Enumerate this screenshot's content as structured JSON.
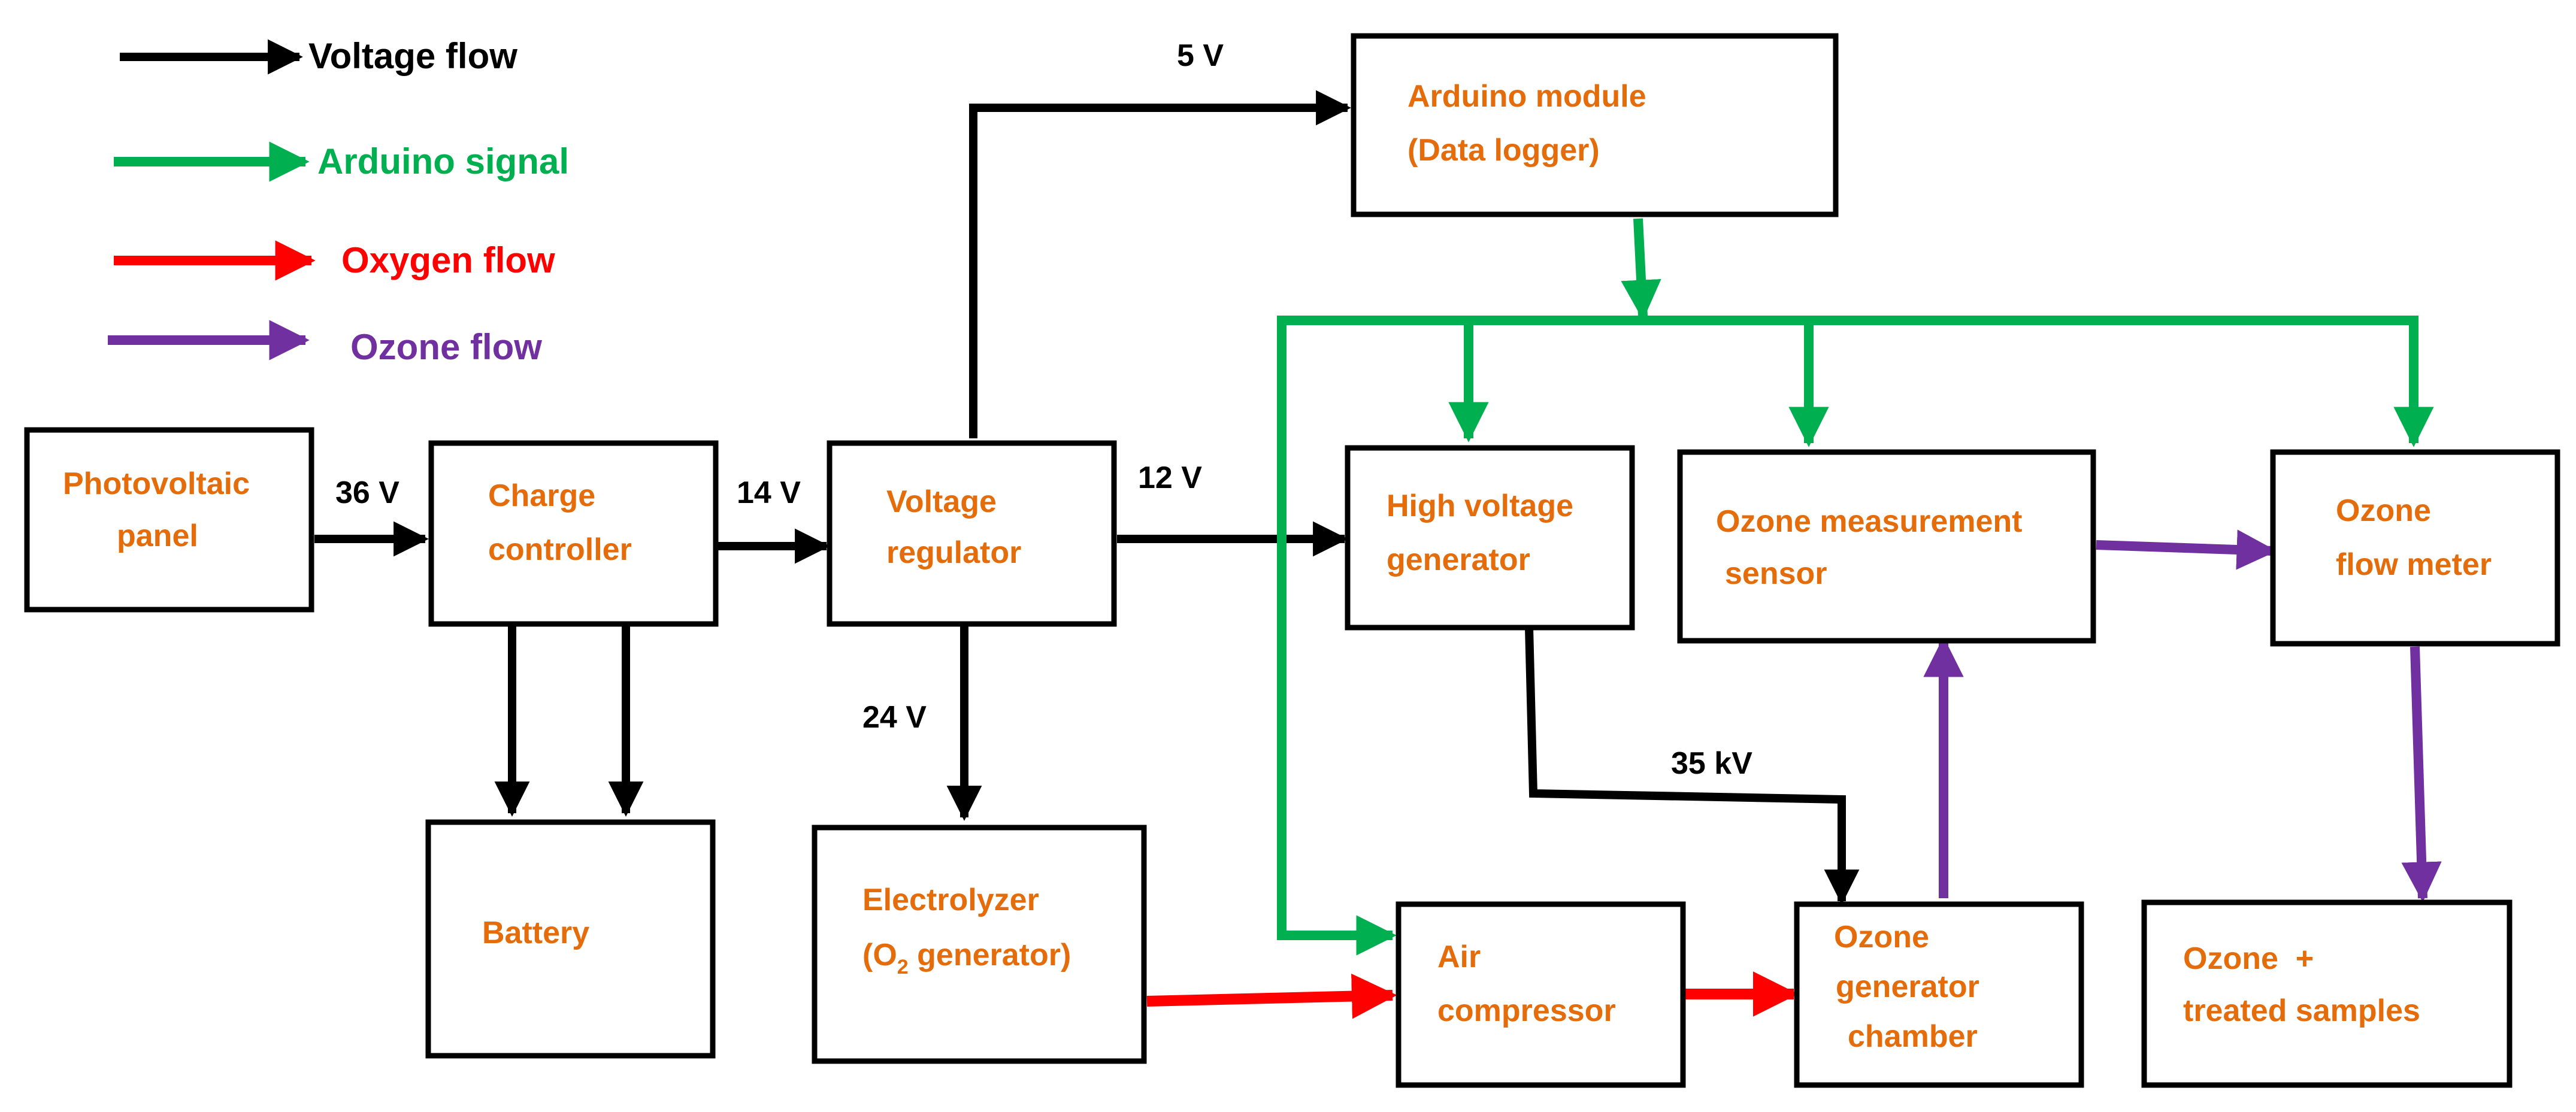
{
  "colors": {
    "voltage": "#000000",
    "arduino": "#00B050",
    "oxygen": "#FF0000",
    "ozone": "#7030A0",
    "block_text": "#E46C0A"
  },
  "legend": {
    "voltage_flow": "Voltage flow",
    "arduino_signal": "Arduino signal",
    "oxygen_flow": "Oxygen flow",
    "ozone_flow": "Ozone flow"
  },
  "blocks": {
    "photovoltaic": [
      "Photovoltaic",
      "panel"
    ],
    "charge_controller": [
      "Charge",
      "controller"
    ],
    "battery": [
      "Battery"
    ],
    "voltage_regulator": [
      "Voltage",
      "regulator"
    ],
    "electrolyzer_line1": "Electrolyzer",
    "electrolyzer_line2_pre": "(O",
    "electrolyzer_line2_sub": "2",
    "electrolyzer_line2_post": " generator)",
    "arduino": [
      "Arduino module",
      "(Data logger)"
    ],
    "high_voltage": [
      "High voltage",
      "generator"
    ],
    "ozone_sensor": [
      "Ozone measurement",
      "sensor"
    ],
    "ozone_flow_meter": [
      "Ozone",
      "flow meter"
    ],
    "air_compressor": [
      "Air",
      "compressor"
    ],
    "ozone_chamber": [
      "Ozone",
      "generator",
      "chamber"
    ],
    "ozone_samples": [
      "Ozone  +",
      "treated samples"
    ]
  },
  "voltage_labels": {
    "v36": "36 V",
    "v14": "14 V",
    "v12": "12 V",
    "v5": "5 V",
    "v24": "24 V",
    "kv35": "35 kV"
  }
}
